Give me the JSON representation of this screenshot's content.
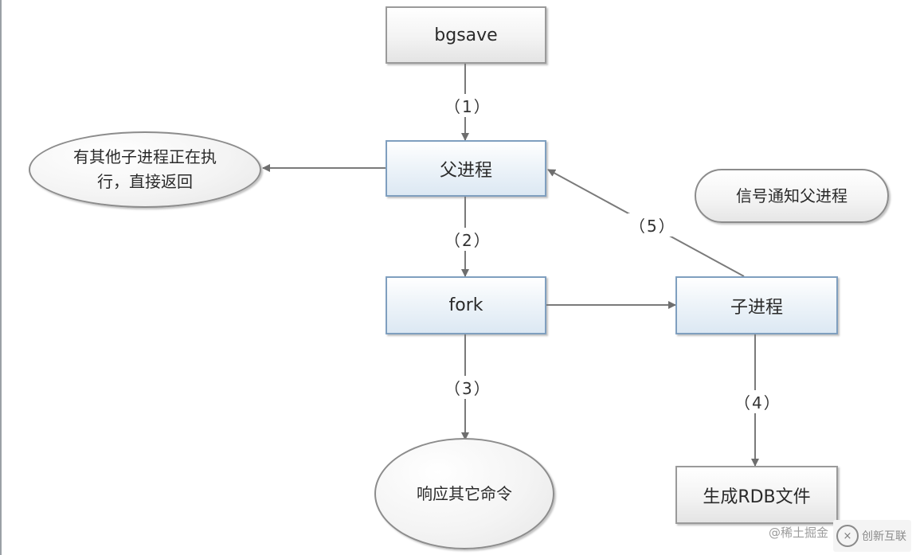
{
  "nodes": {
    "bgsave": "bgsave",
    "parent": "父进程",
    "fork": "fork",
    "child": "子进程",
    "busy_line1": "有其他子进程正在执",
    "busy_line2": "行，直接返回",
    "signal": "信号通知父进程",
    "respond": "响应其它命令",
    "rdb": "生成RDB文件"
  },
  "edges": {
    "e1": "（1）",
    "e2": "（2）",
    "e3": "（3）",
    "e4": "（4）",
    "e5": "（5）"
  },
  "watermarks": {
    "juejin": "@稀土掘金",
    "brand": "创新互联",
    "brand_icon": "×"
  },
  "colors": {
    "rect_border": "#7f9fbf",
    "line": "#7a7a7a"
  }
}
